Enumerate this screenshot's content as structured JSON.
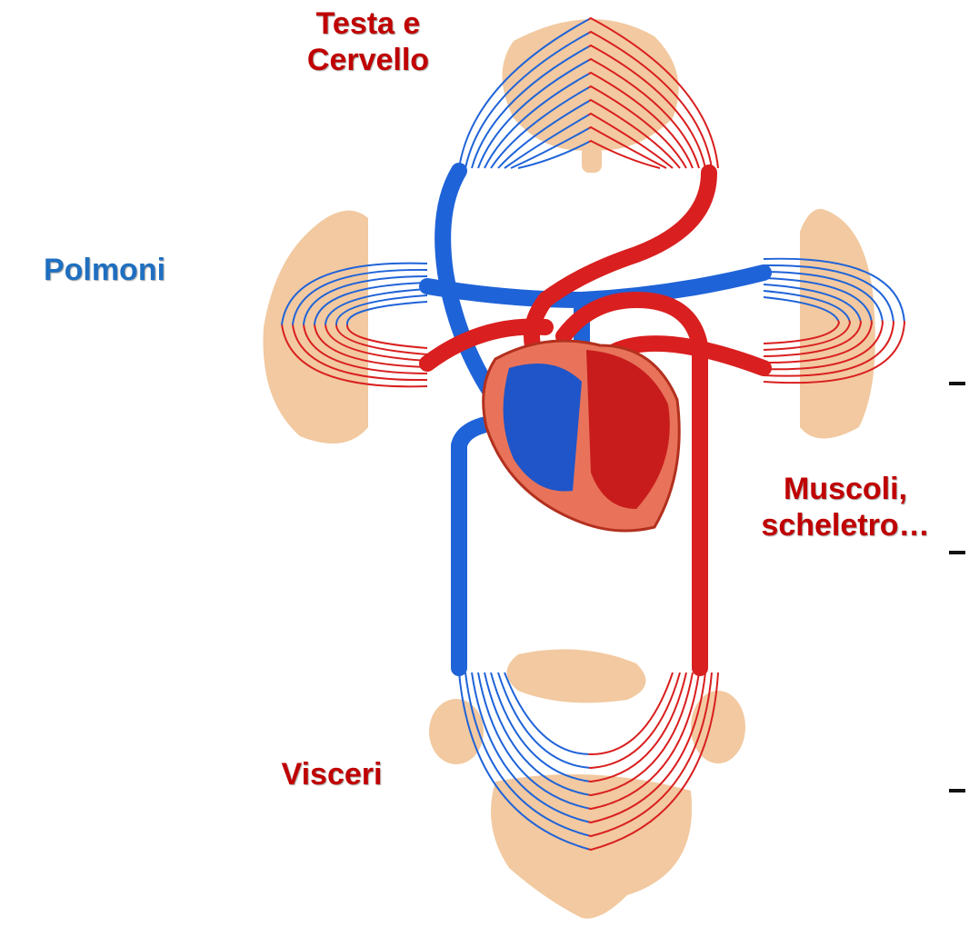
{
  "labels": {
    "head": {
      "line1": "Testa e",
      "line2": "Cervello"
    },
    "lungs": "Polmoni",
    "muscles": {
      "line1": "Muscoli,",
      "line2": "scheletro…"
    },
    "viscera": "Visceri"
  },
  "colors": {
    "arterial": "#d91f1f",
    "arterial_label": "#c00000",
    "venous": "#1f63d8",
    "venous_label": "#1f6fc0",
    "organ": "#f2c9a0",
    "heart": "#e8735a"
  },
  "icons": [
    "heart-icon",
    "lungs-icon",
    "brain-icon",
    "viscera-icon"
  ]
}
